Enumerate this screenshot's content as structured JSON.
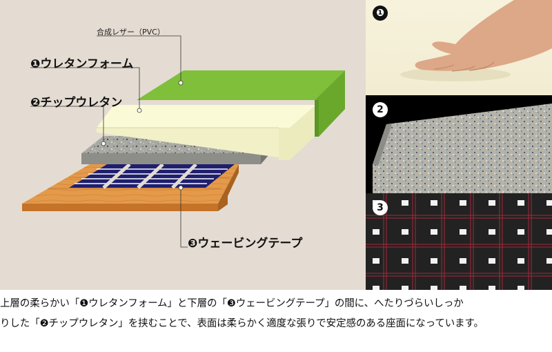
{
  "labels": {
    "pvc": "合成レザー（PVC）",
    "layer1": "❶ウレタンフォーム",
    "layer2": "❷チップウレタン",
    "layer3": "❸ウェービングテープ"
  },
  "photos": {
    "photo1_number": "❶",
    "photo2_number": "2",
    "photo3_number": "3"
  },
  "caption": {
    "line1": "上層の柔らかい「❶ウレタンフォーム」と下層の「❸ウェービングテープ」の間に、へたりづらいしっか",
    "line2": "りした「❷チップウレタン」を挟むことで、表面は柔らかく適度な張りで安定感のある座面になっています。"
  },
  "colors": {
    "background": "#e4dcd3",
    "pvc_green": "#7fbf3a",
    "foam_cream": "#fafad6",
    "chip_gray": "#a9a9a3",
    "webbing_navy": "#1f1f6e",
    "wood_orange": "#e49a4a"
  }
}
